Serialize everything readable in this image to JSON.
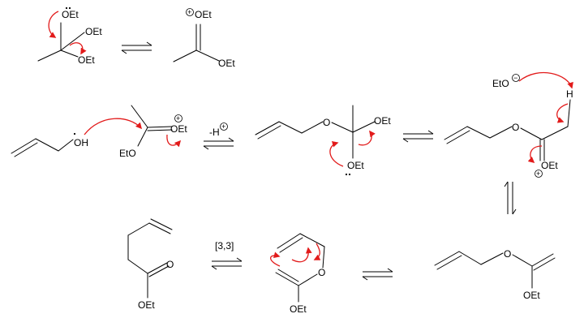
{
  "colors": {
    "background": "#ffffff",
    "bonds": "#000000",
    "electron_arrows": "#e21b1b"
  },
  "labels": {
    "oet": "OEt",
    "eto": "EtO",
    "o": "O",
    "oh": "OH",
    "h": "H",
    "minus_h": "-H",
    "shift": "[3,3]"
  },
  "charges": {
    "plus": "+",
    "minus": "−"
  }
}
